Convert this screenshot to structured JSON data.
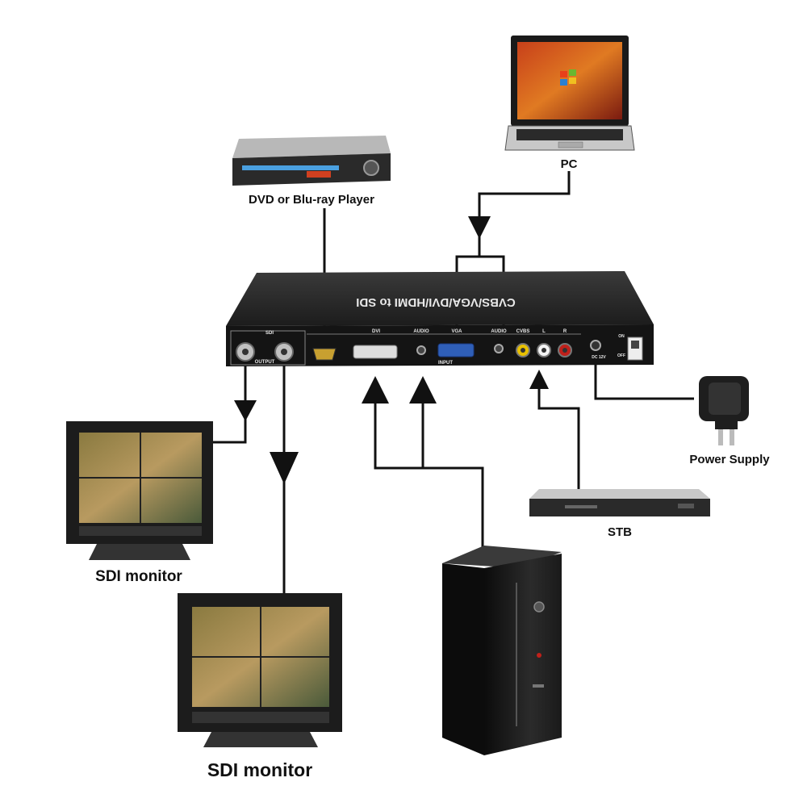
{
  "labels": {
    "pc": "PC",
    "dvd": "DVD or Blu-ray Player",
    "power_supply": "Power Supply",
    "stb": "STB",
    "sdi_monitor_1": "SDI monitor",
    "sdi_monitor_2": "SDI monitor"
  },
  "converter": {
    "top_label": "CVBS/VGA/DVI/HDMI to SDI",
    "sdi": "SDI",
    "output": "OUTPUT",
    "dvi": "DVI",
    "audio_1": "AUDIO",
    "vga": "VGA",
    "audio_2": "AUDIO",
    "cvbs": "CVBS",
    "l": "L",
    "r": "R",
    "input": "INPUT",
    "dc": "DC 12V",
    "on": "ON",
    "off": "OFF"
  },
  "colors": {
    "cable": "#111111",
    "device_body": "#2a2a2a",
    "rca_yellow": "#e8c000",
    "rca_red": "#c0201a",
    "vga_blue": "#2f5fb8"
  }
}
